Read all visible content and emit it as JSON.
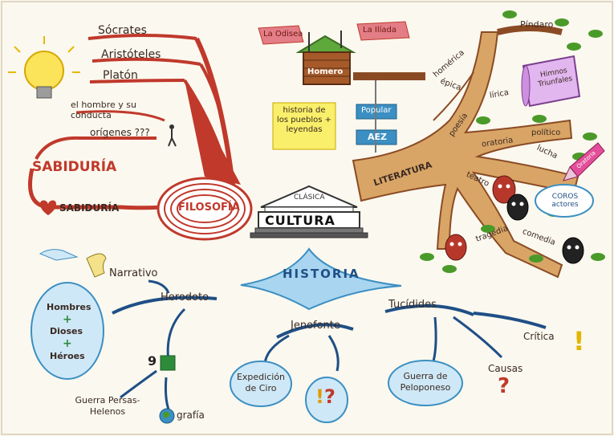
{
  "philosophy": {
    "center": "FILOSOFÍA",
    "philosophers": [
      "Sócrates",
      "Aristóteles",
      "Platón"
    ],
    "topics": [
      "el hombre y su conducta",
      "orígenes ???"
    ],
    "wisdom_title": "SABIDURÍA",
    "love_wisdom": "SABIDURÍA"
  },
  "culture": {
    "title": "CULTURA",
    "subtitle": "CLÁSICA"
  },
  "literature": {
    "trunk": "LITERATURA",
    "branches": [
      "épica",
      "lírica",
      "poesía",
      "oratoria",
      "teatro",
      "homérica"
    ],
    "homer": "Homero",
    "flags": [
      "La Odisea",
      "La Ilíada"
    ],
    "history_note": "historia de los pueblos + leyendas",
    "signs": [
      "Popular",
      "AEZ"
    ],
    "pindar": "Píndaro",
    "hymns": "Himnos Triunfales",
    "political": "político",
    "struggle": "lucha",
    "crayon": "Oratoria",
    "tragedy": "tragedia",
    "comedy": "comedia",
    "chorus": "COROS actores"
  },
  "history": {
    "title": "HISTORIA",
    "herodotus": {
      "name": "Herodoto",
      "narrative": "Narrativo",
      "beings": [
        "Hombres",
        "Dioses",
        "Héroes"
      ],
      "war": "Guerra Persas-Helenos",
      "geography": "grafía"
    },
    "xenophon": {
      "name": "Jenofonte",
      "expedition": "Expedición de Ciro"
    },
    "thucydides": {
      "name": "Tucídides",
      "war": "Guerra de Peloponeso",
      "causes": "Causas",
      "critique": "Crítica"
    }
  },
  "colors": {
    "red": "#c0392b",
    "brown": "#8a4b24",
    "blue": "#3b8fc2",
    "lightblue": "#a9d5f0",
    "green": "#4a9a2a",
    "yellow": "#f4d31b"
  }
}
